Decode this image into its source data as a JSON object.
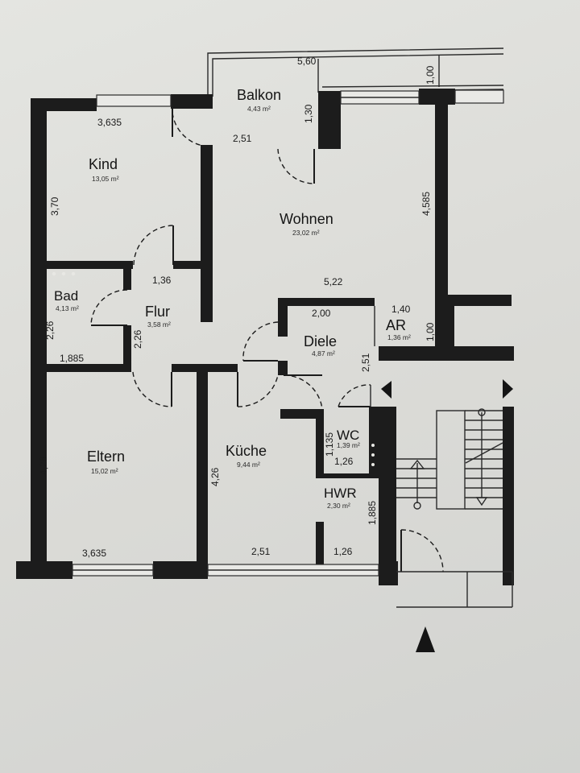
{
  "rooms": {
    "balkon": {
      "name": "Balkon",
      "area": "4,43 m²"
    },
    "kind": {
      "name": "Kind",
      "area": "13,05 m²"
    },
    "wohnen": {
      "name": "Wohnen",
      "area": "23,02 m²"
    },
    "bad": {
      "name": "Bad",
      "area": "4,13 m²"
    },
    "flur": {
      "name": "Flur",
      "area": "3,58 m²"
    },
    "diele": {
      "name": "Diele",
      "area": "4,87 m²"
    },
    "ar": {
      "name": "AR",
      "area": "1,36 m²"
    },
    "eltern": {
      "name": "Eltern",
      "area": "15,02 m²"
    },
    "kueche": {
      "name": "Küche",
      "area": "9,44 m²"
    },
    "wc": {
      "name": "WC",
      "area": "1,39 m²"
    },
    "hwr": {
      "name": "HWR",
      "area": "2,30 m²"
    }
  },
  "dimensions": {
    "balkon_width": "5,60",
    "balkon_depth": "1,30",
    "balkon_door": "2,51",
    "top_right": "1,00",
    "kind_width": "3,635",
    "kind_height": "3,70",
    "wohnen_height": "4,585",
    "wohnen_width": "5,22",
    "flur_width": "1,36",
    "bad_height": "2,26",
    "bad_width": "1,885",
    "flur_height": "2,26",
    "diele_width": "2,00",
    "ar_width": "1,40",
    "ar_height": "1,00",
    "diele_height": "2,51",
    "wc_height": "1,135",
    "wc_width": "1,26",
    "hwr_height": "1,885",
    "eltern_height": "4,26",
    "eltern_width": "3,635",
    "kueche_height": "4,26",
    "kueche_width": "2,51",
    "hwr_width": "1,26"
  }
}
